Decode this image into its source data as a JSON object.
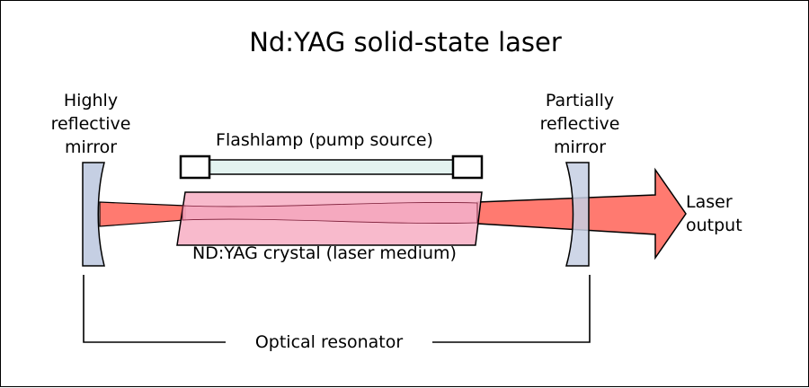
{
  "title": "Nd:YAG solid-state laser",
  "labels": {
    "highly_reflective_mirror": [
      "Highly",
      "reflective",
      "mirror"
    ],
    "partially_reflective_mirror": [
      "Partially",
      "reflective",
      "mirror"
    ],
    "flashlamp": "Flashlamp (pump source)",
    "crystal": "ND:YAG crystal (laser medium)",
    "laser_output": [
      "Laser",
      "output"
    ],
    "optical_resonator": "Optical resonator"
  },
  "colors": {
    "beam": "#ff7a70",
    "crystal": "#f7b3c6",
    "mirror": "#c5cfe3",
    "flashlamp": "#e3f3f0",
    "outline": "#000000"
  }
}
